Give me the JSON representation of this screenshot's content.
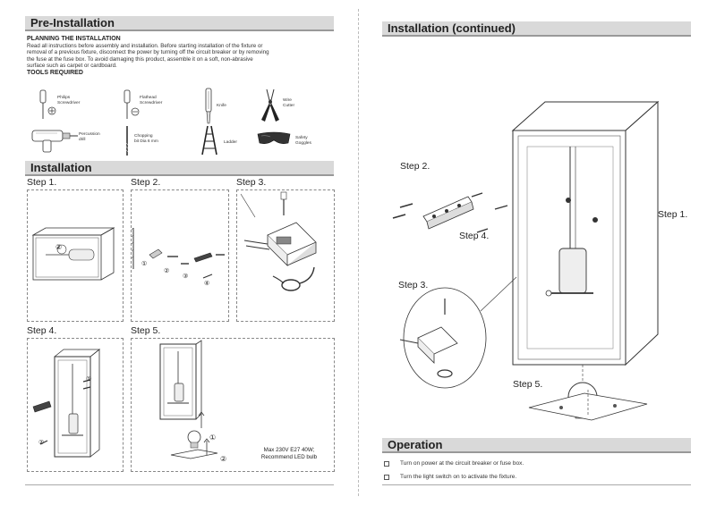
{
  "left": {
    "pre_installation": {
      "title": "Pre-Installation",
      "planning_heading": "PLANNING THE INSTALLATION",
      "planning_text": [
        "Read all instructions before assembly and installation.  Before starting installation of the fixture or",
        "removal of a previous fixture, disconnect the power by turning off the circuit breaker or by removing",
        "the fuse at the fuse box.  To avoid damaging this product, assemble it on a soft, non-abrasive",
        "surface such as carpet or cardboard."
      ],
      "tools_heading": "TOOLS REQUIRED",
      "tools": [
        {
          "label": "Philips\nScrewdriver",
          "icon": "phillips-screwdriver-icon"
        },
        {
          "label": "Flathead\nScrewdriver",
          "icon": "flathead-screwdriver-icon"
        },
        {
          "label": "Knife",
          "icon": "knife-icon"
        },
        {
          "label": "Wire\nCutter",
          "icon": "wire-cutter-icon"
        },
        {
          "label": "Percussion\ndrill",
          "icon": "percussion-drill-icon"
        },
        {
          "label": "Chopping\nbit Dia 6 mm",
          "icon": "drill-bit-icon"
        },
        {
          "label": "Ladder",
          "icon": "ladder-icon"
        },
        {
          "label": "Safety\nGoggles",
          "icon": "safety-goggles-icon"
        }
      ]
    },
    "installation": {
      "title": "Installation",
      "steps": [
        "Step 1.",
        "Step 2.",
        "Step 3.",
        "Step 4.",
        "Step 5."
      ],
      "callouts": [
        "②",
        "①",
        "②",
        "③",
        "④",
        "①",
        "②",
        "①",
        "②"
      ],
      "bulb_note": [
        "Max 230V E27 40W;",
        "Recommend LED bulb"
      ]
    }
  },
  "right": {
    "installation_continued": {
      "title": "Installation (continued)",
      "steps": [
        "Step 2.",
        "Step 4.",
        "Step 3.",
        "Step 1.",
        "Step 5."
      ]
    },
    "operation": {
      "title": "Operation",
      "items": [
        "Turn on power at the circuit breaker or fuse box.",
        "Turn the light switch on to activate the fixture."
      ]
    }
  }
}
